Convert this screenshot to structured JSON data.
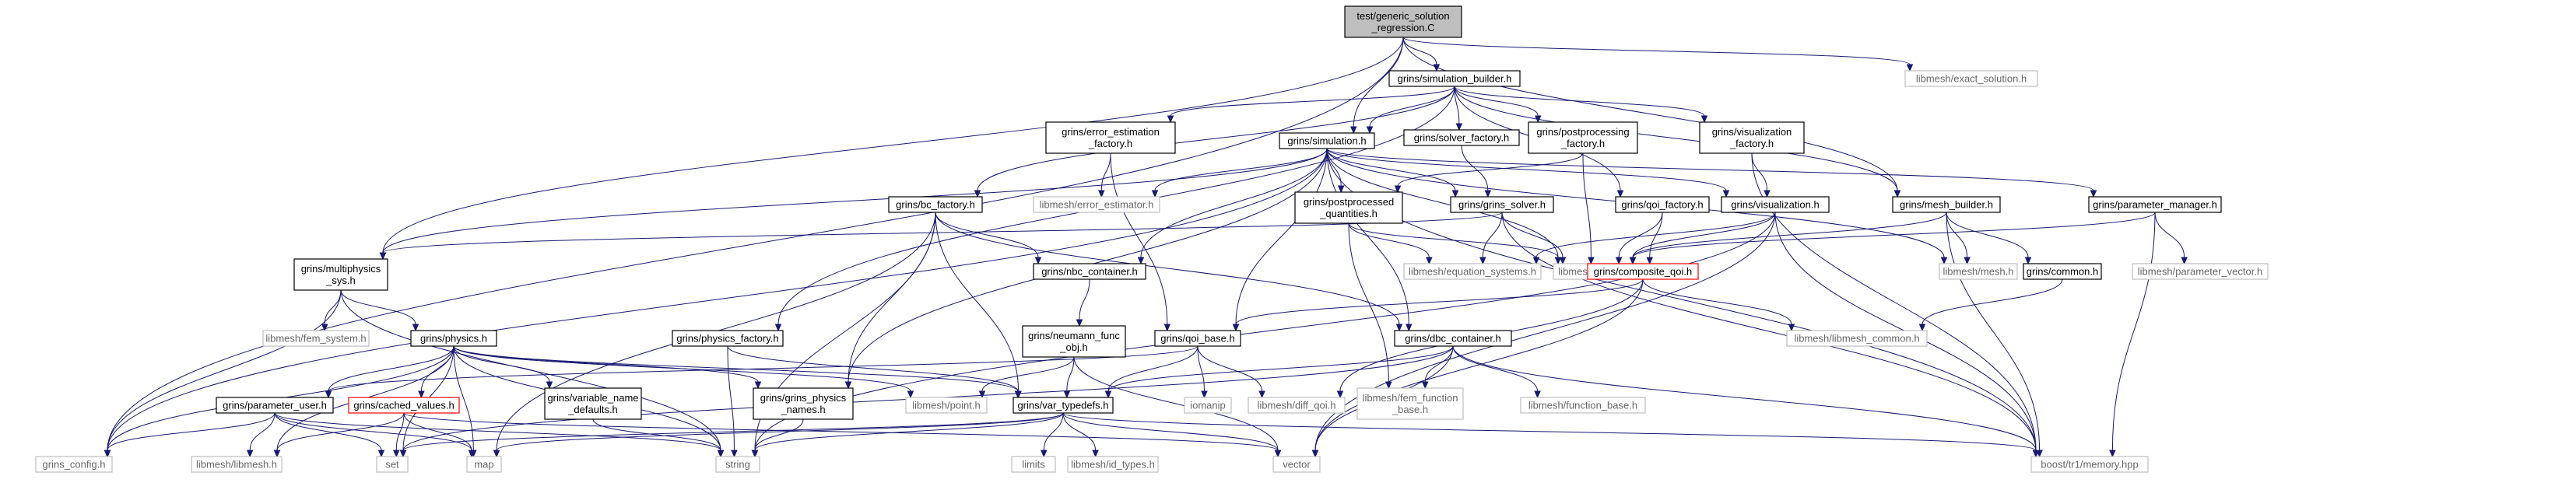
{
  "nodes": {
    "root": {
      "lines": [
        "test/generic_solution",
        "_regression.C"
      ],
      "style": "root"
    },
    "sim_builder": {
      "lines": [
        "grins/simulation_builder.h"
      ],
      "style": "normal"
    },
    "exact_solution": {
      "lines": [
        "libmesh/exact_solution.h"
      ],
      "style": "missing"
    },
    "error_est_factory": {
      "lines": [
        "grins/error_estimation",
        "_factory.h"
      ],
      "style": "normal"
    },
    "solver_factory": {
      "lines": [
        "grins/solver_factory.h"
      ],
      "style": "normal"
    },
    "postproc_factory": {
      "lines": [
        "grins/postprocessing",
        "_factory.h"
      ],
      "style": "normal"
    },
    "vis_factory": {
      "lines": [
        "grins/visualization",
        "_factory.h"
      ],
      "style": "normal"
    },
    "simulation": {
      "lines": [
        "grins/simulation.h"
      ],
      "style": "normal"
    },
    "error_estimator": {
      "lines": [
        "libmesh/error_estimator.h"
      ],
      "style": "missing"
    },
    "bc_factory": {
      "lines": [
        "grins/bc_factory.h"
      ],
      "style": "normal"
    },
    "postproc_quant": {
      "lines": [
        "grins/postprocessed",
        "_quantities.h"
      ],
      "style": "normal"
    },
    "grins_solver": {
      "lines": [
        "grins/grins_solver.h"
      ],
      "style": "normal"
    },
    "qoi_factory": {
      "lines": [
        "grins/qoi_factory.h"
      ],
      "style": "normal"
    },
    "visualization": {
      "lines": [
        "grins/visualization.h"
      ],
      "style": "normal"
    },
    "mesh_builder": {
      "lines": [
        "grins/mesh_builder.h"
      ],
      "style": "normal"
    },
    "param_manager": {
      "lines": [
        "grins/parameter_manager.h"
      ],
      "style": "normal"
    },
    "multiphysics": {
      "lines": [
        "grins/multiphysics",
        "_sys.h"
      ],
      "style": "normal"
    },
    "nbc_container": {
      "lines": [
        "grins/nbc_container.h"
      ],
      "style": "normal"
    },
    "eq_systems": {
      "lines": [
        "libmesh/equation_systems.h"
      ],
      "style": "missing"
    },
    "getpot": {
      "lines": [
        "libmesh/getpot.h"
      ],
      "style": "missing"
    },
    "composite_qoi": {
      "lines": [
        "grins/composite_qoi.h"
      ],
      "style": "red"
    },
    "libmesh_mesh": {
      "lines": [
        "libmesh/mesh.h"
      ],
      "style": "missing"
    },
    "grins_common": {
      "lines": [
        "grins/common.h"
      ],
      "style": "normal"
    },
    "param_vector": {
      "lines": [
        "libmesh/parameter_vector.h"
      ],
      "style": "missing"
    },
    "fem_system": {
      "lines": [
        "libmesh/fem_system.h"
      ],
      "style": "missing"
    },
    "physics": {
      "lines": [
        "grins/physics.h"
      ],
      "style": "normal"
    },
    "physics_factory": {
      "lines": [
        "grins/physics_factory.h"
      ],
      "style": "normal"
    },
    "neumann": {
      "lines": [
        "grins/neumann_func",
        "_obj.h"
      ],
      "style": "normal"
    },
    "qoi_base": {
      "lines": [
        "grins/qoi_base.h"
      ],
      "style": "normal"
    },
    "dbc_container": {
      "lines": [
        "grins/dbc_container.h"
      ],
      "style": "normal"
    },
    "libmesh_common": {
      "lines": [
        "libmesh/libmesh_common.h"
      ],
      "style": "missing"
    },
    "param_user": {
      "lines": [
        "grins/parameter_user.h"
      ],
      "style": "normal"
    },
    "cached_values": {
      "lines": [
        "grins/cached_values.h"
      ],
      "style": "red"
    },
    "var_name_defaults": {
      "lines": [
        "grins/variable_name",
        "_defaults.h"
      ],
      "style": "normal"
    },
    "grins_phys_names": {
      "lines": [
        "grins/grins_physics",
        "_names.h"
      ],
      "style": "normal"
    },
    "libmesh_point": {
      "lines": [
        "libmesh/point.h"
      ],
      "style": "missing"
    },
    "var_typedefs": {
      "lines": [
        "grins/var_typedefs.h"
      ],
      "style": "normal"
    },
    "iomanip": {
      "lines": [
        "iomanip"
      ],
      "style": "missing"
    },
    "diff_qoi": {
      "lines": [
        "libmesh/diff_qoi.h"
      ],
      "style": "missing"
    },
    "fem_function_base": {
      "lines": [
        "libmesh/fem_function",
        "_base.h"
      ],
      "style": "missing"
    },
    "function_base": {
      "lines": [
        "libmesh/function_base.h"
      ],
      "style": "missing"
    },
    "grins_config": {
      "lines": [
        "grins_config.h"
      ],
      "style": "missing"
    },
    "libmesh_libmesh": {
      "lines": [
        "libmesh/libmesh.h"
      ],
      "style": "missing"
    },
    "set": {
      "lines": [
        "set"
      ],
      "style": "missing"
    },
    "map": {
      "lines": [
        "map"
      ],
      "style": "missing"
    },
    "string": {
      "lines": [
        "string"
      ],
      "style": "missing"
    },
    "limits": {
      "lines": [
        "limits"
      ],
      "style": "missing"
    },
    "id_types": {
      "lines": [
        "libmesh/id_types.h"
      ],
      "style": "missing"
    },
    "vector": {
      "lines": [
        "vector"
      ],
      "style": "missing"
    },
    "memory": {
      "lines": [
        "boost/tr1/memory.hpp"
      ],
      "style": "missing"
    }
  }
}
